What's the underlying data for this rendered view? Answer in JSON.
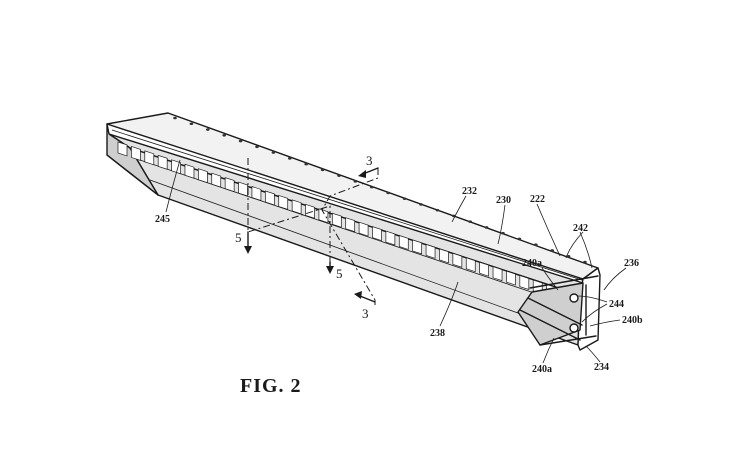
{
  "figure": {
    "caption": "FIG. 2"
  },
  "reference_labels": {
    "l245": "245",
    "l232": "232",
    "l230": "230",
    "l222": "222",
    "l242": "242",
    "l236": "236",
    "l240a_top": "240a",
    "l244": "244",
    "l240b": "240b",
    "l238": "238",
    "l240a_bottom": "240a",
    "l234": "234"
  },
  "section_markers": {
    "s3_top": "3",
    "s3_bottom": "3",
    "s5_left": "5",
    "s5_right": "5"
  }
}
